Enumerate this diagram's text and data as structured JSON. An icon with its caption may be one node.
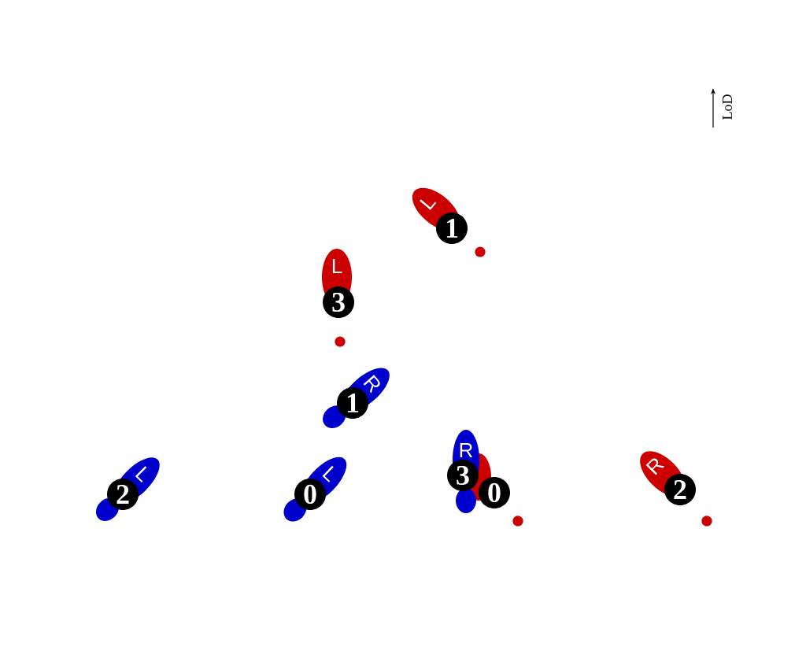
{
  "diagram": {
    "nodes": [
      {
        "text": [
          "L"
        ]
      },
      {
        "text": [
          "1"
        ]
      },
      {
        "text": [
          "L"
        ]
      },
      {
        "text": [
          "3"
        ]
      },
      {
        "text": [
          "R"
        ]
      },
      {
        "text": [
          "1"
        ]
      },
      {
        "text": [
          "L"
        ]
      },
      {
        "text": [
          "2"
        ]
      },
      {
        "text": [
          "L"
        ]
      },
      {
        "text": [
          "0"
        ]
      },
      {
        "text": [
          "R"
        ]
      },
      {
        "text": [
          "3"
        ]
      },
      {
        "text": [],
        "shape": "footprint"
      },
      {
        "text": [
          "0"
        ]
      },
      {
        "text": [
          "R"
        ]
      },
      {
        "text": [
          "2"
        ]
      }
    ],
    "labels": [
      "LoD"
    ]
  }
}
